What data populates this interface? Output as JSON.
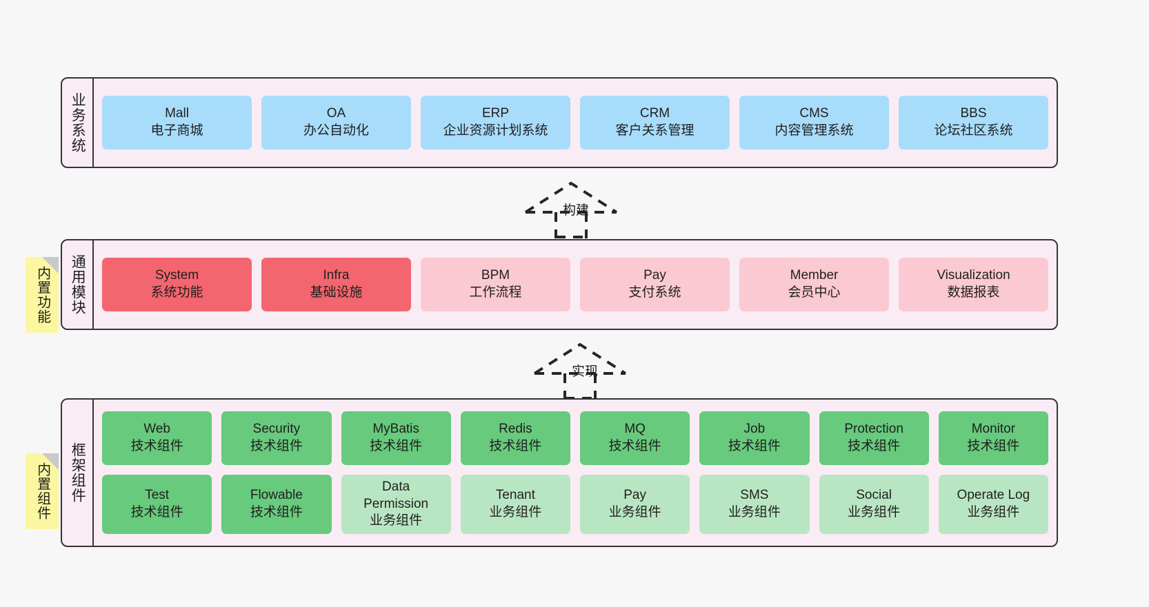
{
  "diagram": {
    "background": "#f7f7f7",
    "panel_fill": "#f9ecf5",
    "panel_border": "#3a3238",
    "colors": {
      "business": "#a8dcfb",
      "core_module": "#f4666f",
      "module": "#fbc9d2",
      "tech_component": "#67ca7c",
      "biz_component": "#b9e6c2",
      "note": "#fbf7a0",
      "note_fold": "#c9c9c9"
    }
  },
  "layers": {
    "business": {
      "label": "业务系统",
      "items": [
        {
          "name": "Mall",
          "desc": "电子商城"
        },
        {
          "name": "OA",
          "desc": "办公自动化"
        },
        {
          "name": "ERP",
          "desc": "企业资源计划系统"
        },
        {
          "name": "CRM",
          "desc": "客户关系管理"
        },
        {
          "name": "CMS",
          "desc": "内容管理系统"
        },
        {
          "name": "BBS",
          "desc": "论坛社区系统"
        }
      ]
    },
    "common": {
      "label": "通用模块",
      "note": "内置功能",
      "items": [
        {
          "name": "System",
          "desc": "系统功能"
        },
        {
          "name": "Infra",
          "desc": "基础设施"
        },
        {
          "name": "BPM",
          "desc": "工作流程"
        },
        {
          "name": "Pay",
          "desc": "支付系统"
        },
        {
          "name": "Member",
          "desc": "会员中心"
        },
        {
          "name": "Visualization",
          "desc": "数据报表"
        }
      ]
    },
    "framework": {
      "label": "框架组件",
      "note": "内置组件",
      "row1": [
        {
          "name": "Web",
          "desc": "技术组件"
        },
        {
          "name": "Security",
          "desc": "技术组件"
        },
        {
          "name": "MyBatis",
          "desc": "技术组件"
        },
        {
          "name": "Redis",
          "desc": "技术组件"
        },
        {
          "name": "MQ",
          "desc": "技术组件"
        },
        {
          "name": "Job",
          "desc": "技术组件"
        },
        {
          "name": "Protection",
          "desc": "技术组件"
        },
        {
          "name": "Monitor",
          "desc": "技术组件"
        }
      ],
      "row2": [
        {
          "name": "Test",
          "desc": "技术组件"
        },
        {
          "name": "Flowable",
          "desc": "技术组件"
        },
        {
          "name": "Data",
          "name2": "Permission",
          "desc": "业务组件"
        },
        {
          "name": "Tenant",
          "desc": "业务组件"
        },
        {
          "name": "Pay",
          "desc": "业务组件"
        },
        {
          "name": "SMS",
          "desc": "业务组件"
        },
        {
          "name": "Social",
          "desc": "业务组件"
        },
        {
          "name": "Operate Log",
          "desc": "业务组件"
        }
      ]
    }
  },
  "connectors": {
    "build": "构建",
    "implement": "实现"
  }
}
